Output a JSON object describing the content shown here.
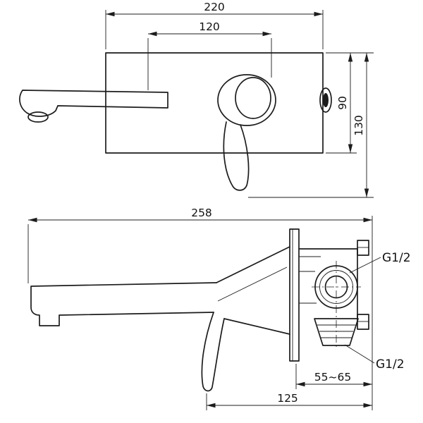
{
  "front_view": {
    "dims": {
      "total_width": "220",
      "inner_width": "120",
      "plate_height": "90",
      "overall_height": "130"
    }
  },
  "side_view": {
    "dims": {
      "overall_length": "258",
      "wall_depth_range": "55~65",
      "base_length": "125"
    },
    "labels": {
      "thread_top": "G1/2",
      "thread_bottom": "G1/2"
    }
  },
  "colors": {
    "line": "#1c1c1c",
    "background": "#ffffff"
  }
}
